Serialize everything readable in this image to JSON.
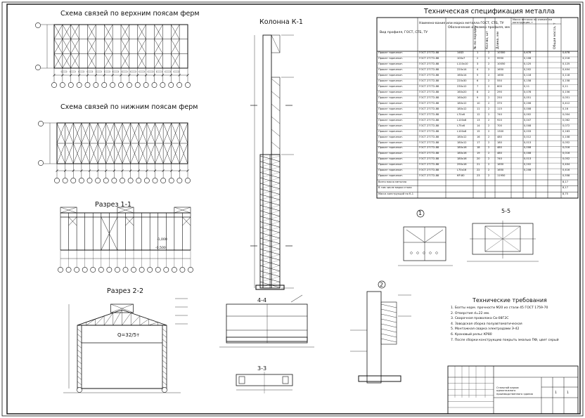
{
  "views": {
    "top_braces": "Схема связей по верхним поясам ферм",
    "bottom_braces": "Схема связей по нижним поясам ферм",
    "section_1_1": "Разрез 1-1",
    "section_2_2": "Разрез 2-2",
    "column_k1": "Колонна К-1",
    "section_4_4": "4-4",
    "section_3_3": "3-3",
    "section_5_5": "5-5",
    "node_1": "1",
    "node_2": "2"
  },
  "spec": {
    "title": "Техническая спецификация металла",
    "headers": [
      "Вид профиля, ГОСТ, СТБ, ТУ",
      "Наимено-вание или марка металла ГОСТ, СТБ, ТУ",
      "Обозначение и размер профиля, мм",
      "№ по порядку",
      "Кол-во, шт",
      "Длина, мм",
      "Масса металла по элементам конструкции, т",
      "Общая масса, т"
    ],
    "rows": [
      {
        "p": "14Б3",
        "n": "1",
        "l": "10300",
        "m": "0,678",
        "t": "0,678"
      },
      {
        "p": "100х7",
        "n": "2",
        "l": "9950",
        "m": "0,108",
        "t": "0,216"
      },
      {
        "p": "L110х10",
        "n": "3",
        "l": "10050",
        "m": "0,125",
        "t": "0,125"
      },
      {
        "p": "220х14",
        "n": "4",
        "l": "1650",
        "m": "0,202",
        "t": "0,404"
      },
      {
        "p": "160х14",
        "n": "5",
        "l": "1650",
        "m": "0,118",
        "t": "0,118"
      },
      {
        "p": "220х30",
        "n": "6",
        "l": "550",
        "m": "0,158",
        "t": "0,158"
      },
      {
        "p": "230х12",
        "n": "7",
        "l": "600",
        "m": "0,11",
        "t": "0,11"
      },
      {
        "p": "160х20",
        "n": "8",
        "l": "290",
        "m": "0,078",
        "t": "0,156"
      },
      {
        "p": "160х20",
        "n": "9",
        "l": "250",
        "m": "0,051",
        "t": "0,051"
      },
      {
        "p": "180х12",
        "n": "10",
        "l": "370",
        "m": "0,206",
        "t": "0,412"
      },
      {
        "p": "180х12",
        "n": "11",
        "l": "115",
        "m": "0,008",
        "t": "0,16"
      },
      {
        "p": "L70х6",
        "n": "12",
        "l": "740",
        "m": "0,002",
        "t": "0,004"
      },
      {
        "p": "L100х8",
        "n": "13",
        "l": "920",
        "m": "0,047",
        "t": "0,062"
      },
      {
        "p": "L75х6",
        "n": "14",
        "l": "700",
        "m": "0,008",
        "t": "0,072"
      },
      {
        "p": "L100х8",
        "n": "15",
        "l": "1300",
        "m": "0,033",
        "t": "0,163"
      },
      {
        "p": "180х12",
        "n": "16",
        "l": "480",
        "m": "0,012",
        "t": "0,108"
      },
      {
        "p": "180х12",
        "n": "17",
        "l": "180",
        "m": "0,013",
        "t": "0,052"
      },
      {
        "p": "180х16",
        "n": "18",
        "l": "480",
        "m": "0,008",
        "t": "0,016"
      },
      {
        "p": "180х16",
        "n": "19",
        "l": "480",
        "m": "0,008",
        "t": "0,016"
      },
      {
        "p": "180х16",
        "n": "20",
        "l": "740",
        "m": "0,013",
        "t": "0,052"
      },
      {
        "p": "290х16",
        "n": "21",
        "l": "1650",
        "m": "0,202",
        "t": "0,404"
      },
      {
        "p": "L70х16",
        "n": "22",
        "l": "1650",
        "m": "0,208",
        "t": "0,416"
      },
      {
        "p": "КР-80",
        "n": "23",
        "l": "11950",
        "m": "",
        "t": "0,558"
      }
    ],
    "totals": [
      {
        "label": "Всего масса металла",
        "val": "8,17"
      },
      {
        "label": "В том числе марки стали",
        "val": "8,17"
      },
      {
        "label": "Масса конструкций по К-1",
        "val": "8,75"
      }
    ]
  },
  "tech": {
    "title": "Технические требования",
    "items": [
      "1. Болты норм. прочности М20 из стали 45 ГОСТ 1759-70",
      "2. Отверстия d=22 мм.",
      "3. Сварочная проволока Св-08Г2С",
      "4. Заводская сборка полуавтоматическая",
      "5. Монтажная сварка электродами Э-42",
      "6. Крановый рельс КР80",
      "7. После сборки конструкцию покрыть эмалью ПФ, цвет серый"
    ]
  },
  "titleblock": {
    "name": "Стальной каркас одноэтажного производственного здания",
    "sheet": "1",
    "sheets": "1"
  },
  "annotations": {
    "crane": "Q=32/5т",
    "mark_1000": "-1,000",
    "mark_0500": "-0,500"
  }
}
